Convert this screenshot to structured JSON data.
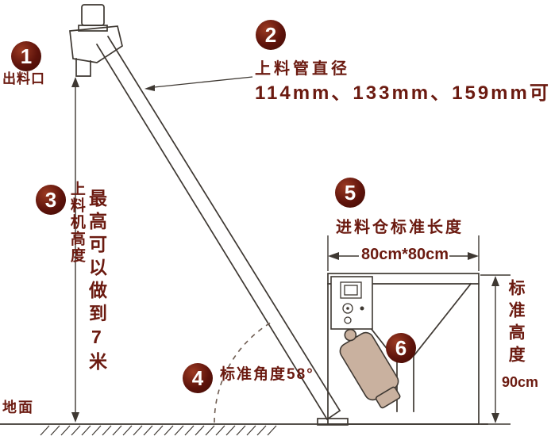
{
  "colors": {
    "accent": "#5e130b",
    "text": "#6b1a10",
    "line": "#3e3832",
    "dash": "#6f5d52",
    "motor": "#c9b19f",
    "panel": "#ffffff",
    "bg": "#ffffff"
  },
  "badges": {
    "b1": "1",
    "b2": "2",
    "b3": "3",
    "b4": "4",
    "b5": "5",
    "b6": "6"
  },
  "labels": {
    "outlet": "出料口",
    "pipe_title": "上料管直径",
    "pipe_sizes": "114mm、133mm、159mm可",
    "height_label": "上料机高度",
    "height_note": "最高可以做到7米",
    "angle": "标准角度58°",
    "hopper_title": "进料仓标准长度",
    "hopper_dim": "80cm*80cm",
    "stand_height_label": "标准高度",
    "stand_height_value": "90cm",
    "ground": "地面"
  }
}
